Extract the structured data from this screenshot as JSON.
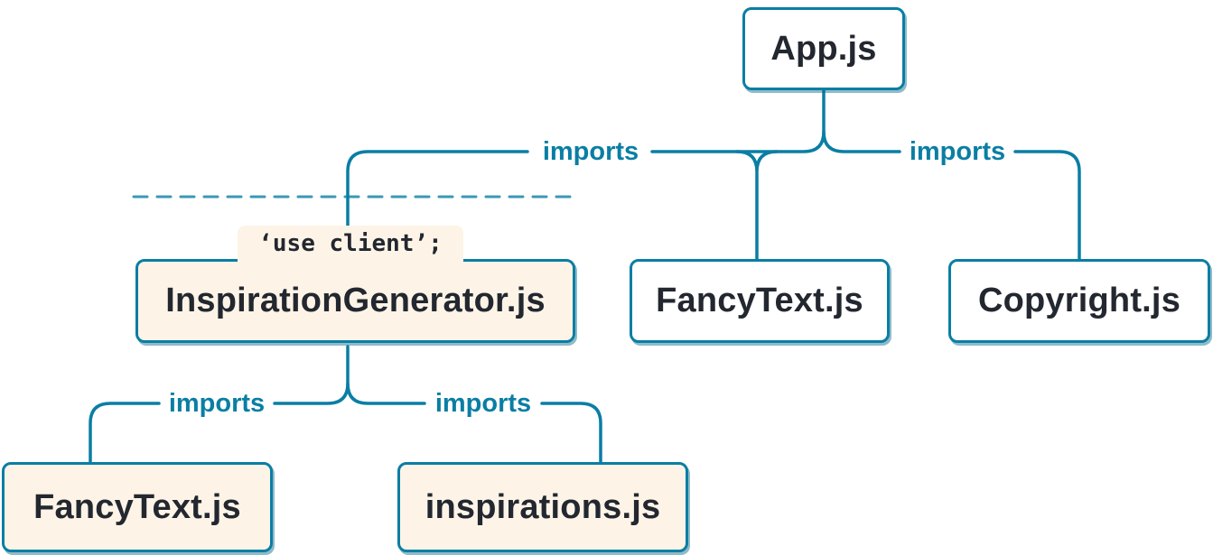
{
  "edge_label": "imports",
  "nodes": {
    "app": {
      "label": "App.js",
      "type": "server"
    },
    "inspiration_generator": {
      "label": "InspirationGenerator.js",
      "directive": "‘use client’;",
      "type": "client"
    },
    "fancy_text_top": {
      "label": "FancyText.js",
      "type": "server"
    },
    "copyright": {
      "label": "Copyright.js",
      "type": "server"
    },
    "fancy_text_bottom": {
      "label": "FancyText.js",
      "type": "client"
    },
    "inspirations": {
      "label": "inspirations.js",
      "type": "client"
    }
  },
  "edges": [
    {
      "from": "App.js",
      "to": "InspirationGenerator.js",
      "label": "imports"
    },
    {
      "from": "App.js",
      "to": "FancyText.js",
      "label": "imports"
    },
    {
      "from": "App.js",
      "to": "Copyright.js",
      "label": "imports"
    },
    {
      "from": "InspirationGenerator.js",
      "to": "FancyText.js",
      "label": "imports"
    },
    {
      "from": "InspirationGenerator.js",
      "to": "inspirations.js",
      "label": "imports"
    }
  ],
  "colors": {
    "line": "#0a7ea4",
    "node_border": "#0a7ea4",
    "node_text": "#23272f",
    "client_fill": "#fdf4e7",
    "server_fill": "#ffffff",
    "imports_label": "#0a7ea4",
    "client_boundary_dash": "#0a7ea4"
  }
}
